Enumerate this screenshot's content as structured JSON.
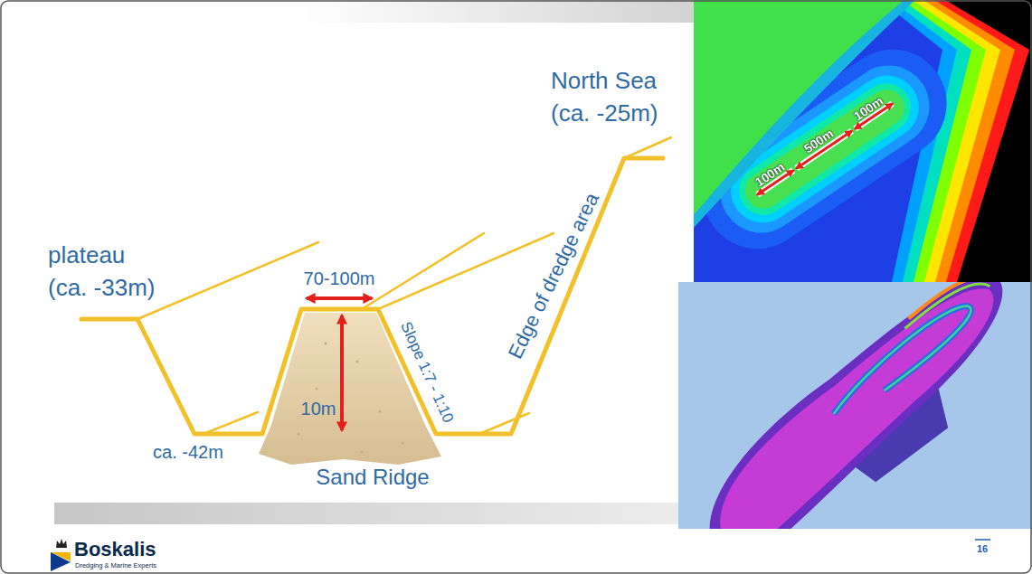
{
  "diagram": {
    "labels": [
      "North Sea (ca. -25m)",
      "plateau (ca. -33m)",
      "70-100m",
      "Slope 1:7 - 1:10",
      "10m",
      "Edge of dredge area",
      "ca. -42m",
      "Sand Ridge",
      "100m",
      "500m",
      "100m",
      "Boskalis",
      "Dredging & Marine Experts",
      "16"
    ]
  }
}
